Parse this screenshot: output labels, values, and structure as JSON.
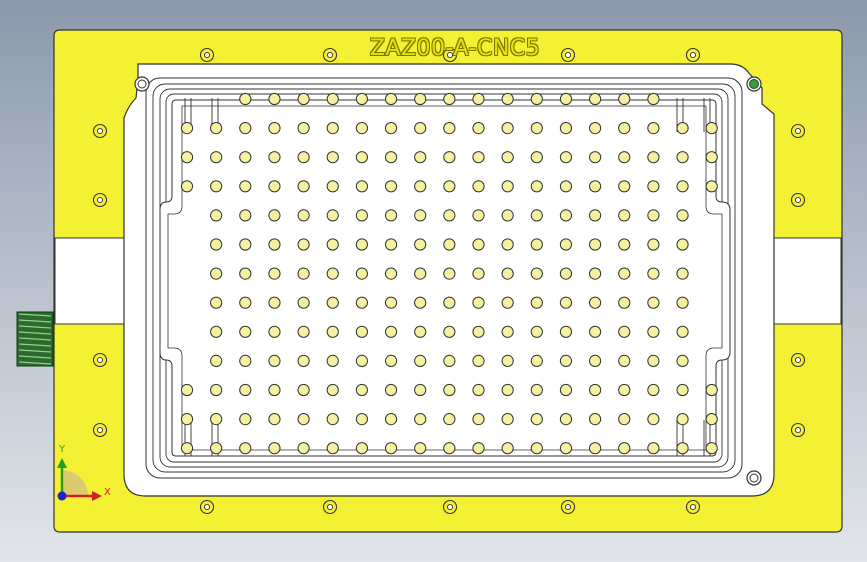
{
  "model": {
    "part_number": "ZAZ00-A-CNC5"
  },
  "triad": {
    "x_label": "X",
    "y_label": "Y"
  },
  "colors": {
    "background_top": "#8c99ab",
    "background_bottom": "#e2e5ea",
    "plate_yellow": "#f4f033",
    "pocket_face": "#ffffff",
    "hole_fill": "#f5f1a0",
    "edge_line": "#333333",
    "fitting_green": "#3a9a3a",
    "axis_x_red": "#d02020",
    "axis_y_green": "#20a020",
    "axis_z_blue": "#2020d0"
  },
  "icons": {
    "fitting": "threaded-fitting-icon",
    "triad": "coordinate-triad-icon"
  }
}
